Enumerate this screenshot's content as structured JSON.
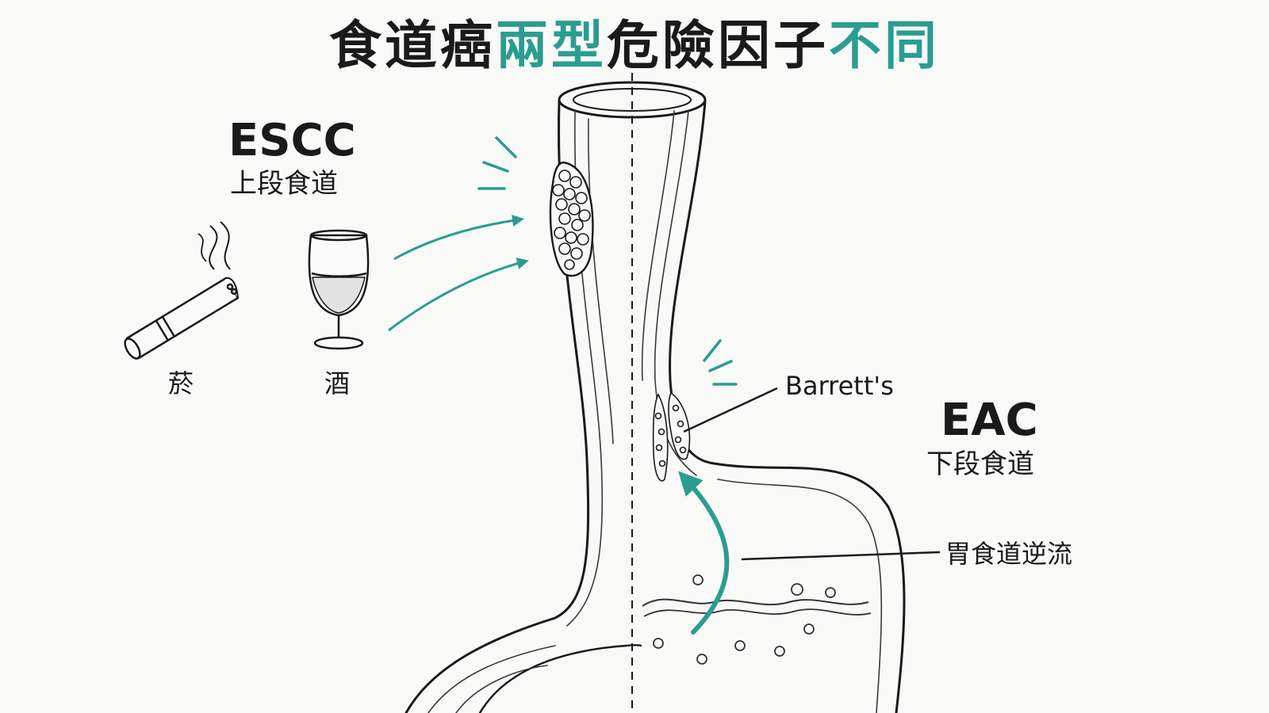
{
  "title": {
    "part1": "食道癌",
    "part2": "兩型",
    "part3": "危險因子",
    "part4": "不同"
  },
  "escc": {
    "name": "ESCC",
    "location": "上段食道"
  },
  "eac": {
    "name": "EAC",
    "location": "下段食道"
  },
  "risk_factors": {
    "tobacco": "菸",
    "alcohol": "酒"
  },
  "annotations": {
    "barretts": "Barrett's",
    "reflux": "胃食道逆流"
  },
  "colors": {
    "accent": "#2a9d8f",
    "ink": "#1a1a1a",
    "background": "#f9f9f8"
  }
}
